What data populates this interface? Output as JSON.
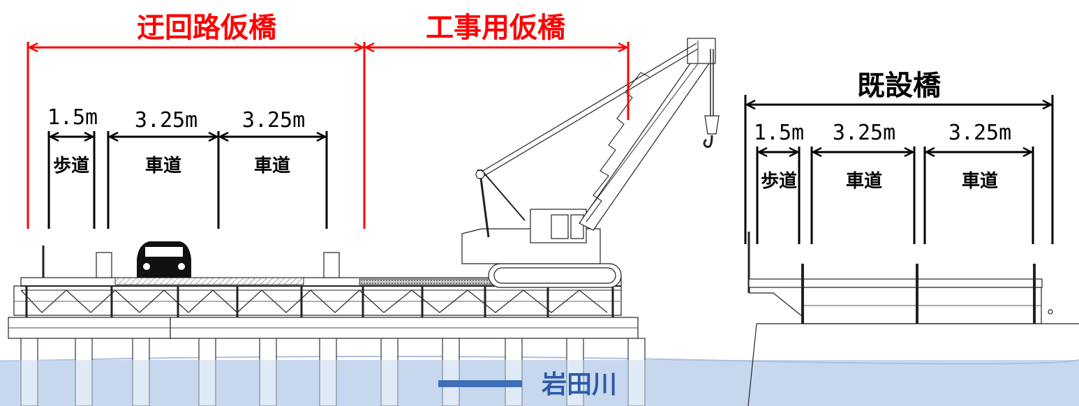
{
  "labels": {
    "detour_bridge": "迂回路仮橋",
    "construction_bridge": "工事用仮橋",
    "existing_bridge": "既設橋",
    "river": "岩田川"
  },
  "detour": {
    "dims": [
      "1.5m",
      "3.25m",
      "3.25m"
    ],
    "lanes": [
      "歩道",
      "車道",
      "車道"
    ]
  },
  "existing": {
    "dims": [
      "1.5m",
      "3.25m",
      "3.25m"
    ],
    "lanes": [
      "歩道",
      "車道",
      "車道"
    ]
  },
  "colors": {
    "dimension_red": "#ff0000",
    "dimension_black": "#000000",
    "water": "#c7d8ee",
    "river_arrow": "#3f6fb8",
    "river_text": "#2b5aa8"
  }
}
